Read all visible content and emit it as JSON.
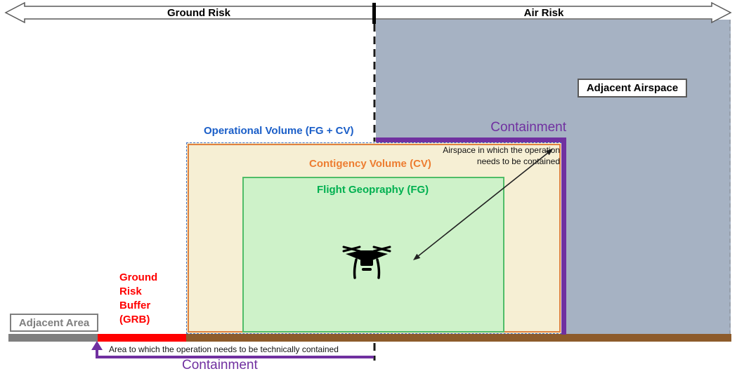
{
  "axis": {
    "ground_label": "Ground Risk",
    "air_label": "Air Risk"
  },
  "regions": {
    "adjacent_airspace_label": "Adjacent Airspace",
    "operational_volume_label": "Operational Volume (FG + CV)",
    "contingency_volume_label": "Contigency Volume (CV)",
    "flight_geography_label": "Flight Geopraphy (FG)",
    "adjacent_area_label": "Adjacent Area"
  },
  "ground_risk_buffer": {
    "lines": [
      "Ground",
      "Risk",
      "Buffer",
      "(GRB)"
    ]
  },
  "containment": {
    "top_label": "Containment",
    "bottom_label": "Containment",
    "airspace_note": "Airspace in which the operation needs to be contained",
    "area_note": "Area to which the operation needs to be technically contained"
  },
  "icons": {
    "drone": "drone-icon"
  },
  "colors": {
    "air_risk_fill": "#A6B2C3",
    "contingency_fill": "#F6EFD4",
    "flight_geography_fill": "#CEF2C9",
    "purple_containment": "#7030A0",
    "ground_risk_buffer_red": "#FF0000",
    "ground_brown": "#8D5B2B",
    "adjacent_area_gray": "#7F7F7F",
    "operational_volume_blue": "#1A5EC8",
    "contingency_orange": "#ED7D31",
    "flight_geography_green": "#00B050"
  }
}
